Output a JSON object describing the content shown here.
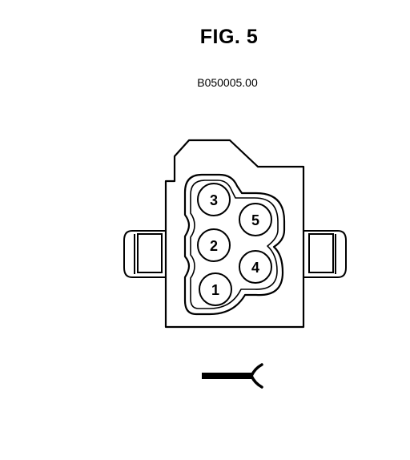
{
  "figure": {
    "title": "FIG. 5",
    "code": "B050005.00"
  },
  "connector": {
    "pins": [
      {
        "label": "3"
      },
      {
        "label": "5"
      },
      {
        "label": "2"
      },
      {
        "label": "4"
      },
      {
        "label": "1"
      }
    ]
  },
  "colors": {
    "line": "#000000",
    "background": "#ffffff"
  }
}
